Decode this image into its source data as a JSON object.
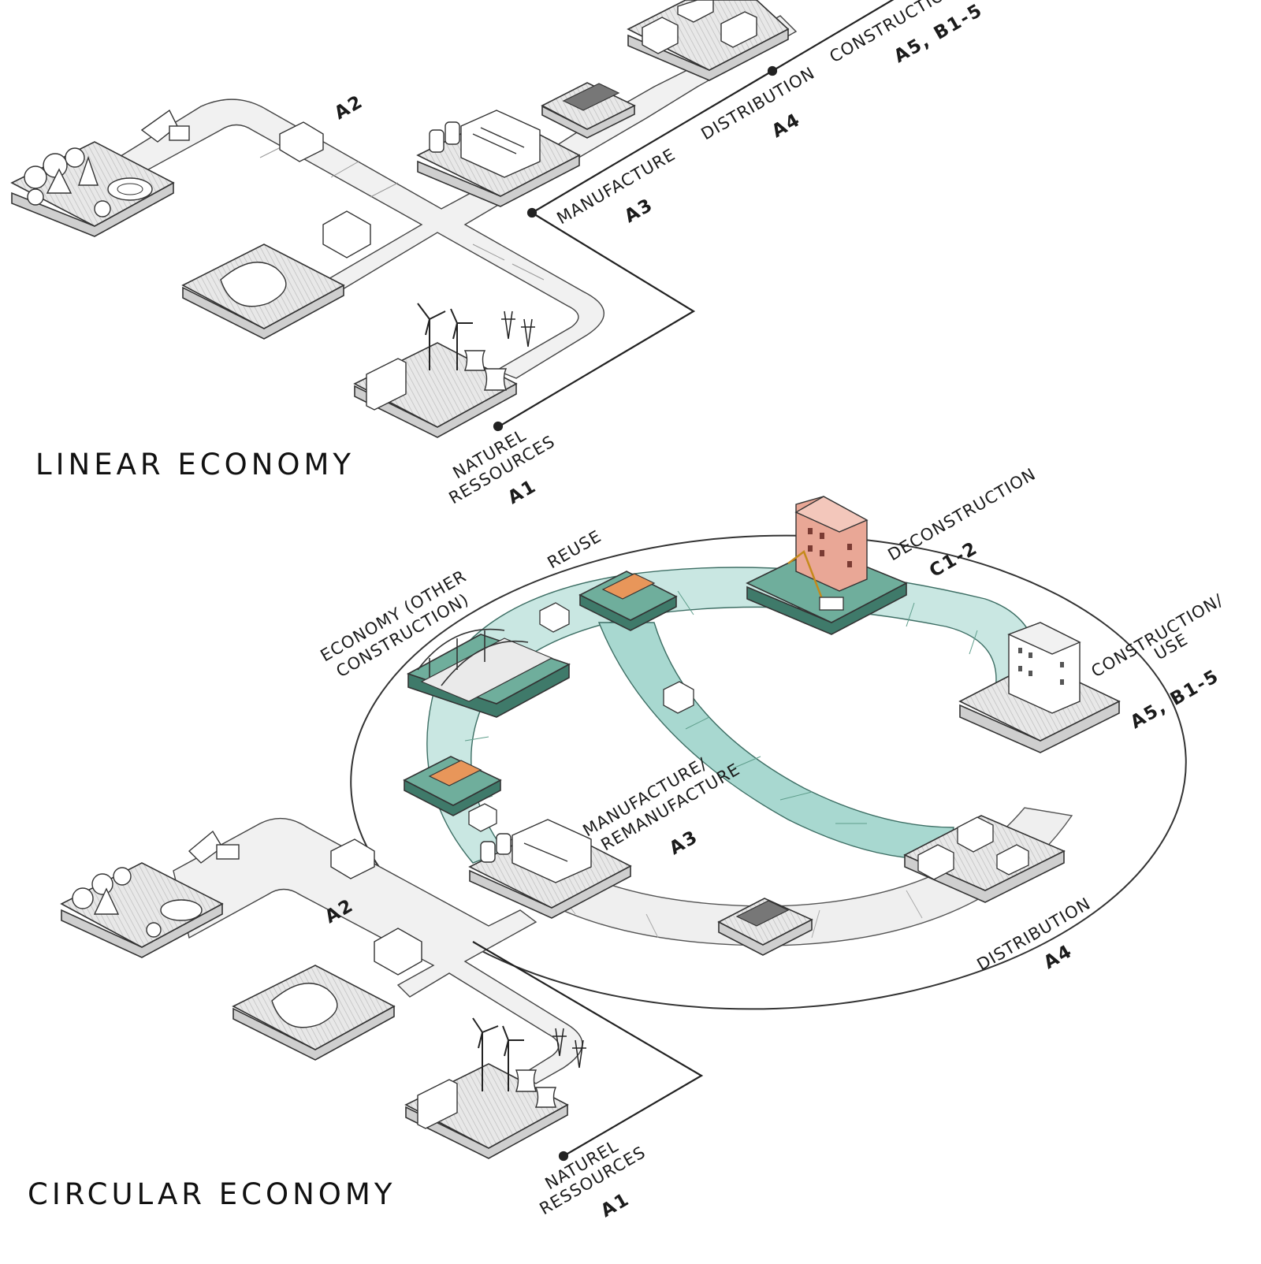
{
  "titles": {
    "linear": "LINEAR ECONOMY",
    "circular": "CIRCULAR ECONOMY"
  },
  "linear": {
    "a2": "A2",
    "manufacture": "MANUFACTURE",
    "a3": "A3",
    "distribution": "DISTRIBUTION",
    "a4": "A4",
    "construction": "CONSTRUCTIO",
    "a5": "A5, B1-5",
    "naturel": "NATUREL",
    "ressources": "RESSOURCES",
    "a1": "A1"
  },
  "circular": {
    "reuse": "REUSE",
    "economy_1": "ECONOMY (OTHER",
    "economy_2": "CONSTRUCTION)",
    "deconstruction": "DECONSTRUCTION",
    "c12": "C1-2",
    "construction_1": "CONSTRUCTION/",
    "construction_2": "USE",
    "a5": "A5, B1-5",
    "manufacture_1": "MANUFACTURE/",
    "manufacture_2": "REMANUFACTURE",
    "a3": "A3",
    "distribution": "DISTRIBUTION",
    "a4": "A4",
    "a2": "A2",
    "naturel": "NATUREL",
    "ressources": "RESSOURCES",
    "a1": "A1"
  },
  "colors": {
    "teal_light": "#cfe9e5",
    "teal": "#9fd3cc",
    "teal_dark": "#5f9e8c",
    "building_red": "#e9a796",
    "tile_grey": "#e4e4e4",
    "ink": "#333333"
  }
}
